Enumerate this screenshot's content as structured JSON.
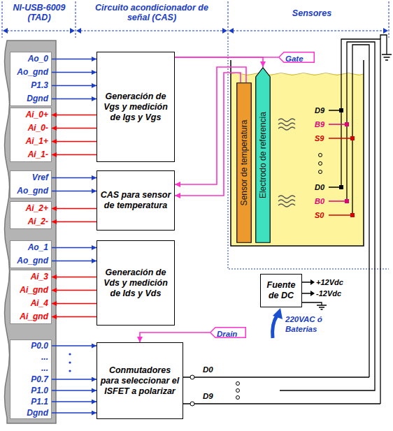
{
  "diagram": {
    "nodes": [
      {
        "text": [
          "Ao_0",
          "Ao_gnd",
          "P1.3",
          "Dgnd"
        ]
      },
      {
        "text": [
          "Generación de Vgs y medición de Igs y Vgs"
        ]
      },
      {
        "text": [
          "Gate"
        ]
      },
      {
        "text": [
          "Sensor de temperatura"
        ]
      },
      {
        "text": [
          "Electrodo de referencia"
        ]
      },
      {
        "text": [
          "Ai_0+",
          "Ai_0-",
          "Ai_1+",
          "Ai_1-"
        ]
      },
      {
        "text": [
          "Vref",
          "Ao_gnd"
        ]
      },
      {
        "text": [
          "CAS para sensor de temperatura"
        ]
      },
      {
        "text": [
          "Ai_2+",
          "Ai_2-"
        ]
      },
      {
        "text": [
          "Ao_1",
          "Ao_gnd"
        ]
      },
      {
        "text": [
          "Generación de Vds y medición de Ids y Vds"
        ]
      },
      {
        "text": [
          "Ai_3",
          "Ai_gnd",
          "Ai_4",
          "Ai_gnd"
        ]
      },
      {
        "text": [
          "Fuente de DC"
        ]
      },
      {
        "text": [
          "Drain"
        ]
      },
      {
        "text": [
          "P0.0",
          "...",
          "...",
          "P0.7",
          "P1.0",
          "P1.1",
          "Dgnd"
        ]
      },
      {
        "text": [
          "Conmutadores para seleccionar el ISFET a polarizar"
        ]
      }
    ],
    "edges": [
      {
        "from": 0,
        "to": 1,
        "arrow": "to"
      },
      {
        "from": 0,
        "to": 1,
        "arrow": "to"
      },
      {
        "from": 0,
        "to": 1,
        "arrow": "to"
      },
      {
        "from": 0,
        "to": 1,
        "arrow": "to"
      },
      {
        "from": 1,
        "to": 5,
        "arrow": "to"
      },
      {
        "from": 1,
        "to": 5,
        "arrow": "to"
      },
      {
        "from": 1,
        "to": 5,
        "arrow": "to"
      },
      {
        "from": 1,
        "to": 5,
        "arrow": "to"
      },
      {
        "from": 1,
        "to": 2,
        "arrow": "none"
      },
      {
        "from": 1,
        "to": 4,
        "arrow": "to"
      },
      {
        "from": 6,
        "to": 7,
        "arrow": "to"
      },
      {
        "from": 6,
        "to": 7,
        "arrow": "to"
      },
      {
        "from": 7,
        "to": 8,
        "arrow": "to"
      },
      {
        "from": 7,
        "to": 8,
        "arrow": "to"
      },
      {
        "from": 3,
        "to": 7,
        "arrow": "to"
      },
      {
        "from": 3,
        "to": 7,
        "arrow": "to"
      },
      {
        "from": 9,
        "to": 10,
        "arrow": "to"
      },
      {
        "from": 9,
        "to": 10,
        "arrow": "to"
      },
      {
        "from": 10,
        "to": 11,
        "arrow": "to"
      },
      {
        "from": 10,
        "to": 11,
        "arrow": "to"
      },
      {
        "from": 10,
        "to": 11,
        "arrow": "to"
      },
      {
        "from": 10,
        "to": 11,
        "arrow": "to"
      },
      {
        "from": 13,
        "to": 15,
        "arrow": "to"
      },
      {
        "from": 14,
        "to": 15,
        "arrow": "to"
      },
      {
        "from": 14,
        "to": 15,
        "arrow": "to"
      },
      {
        "from": 14,
        "to": 15,
        "arrow": "to"
      },
      {
        "from": 14,
        "to": 15,
        "arrow": "to"
      },
      {
        "from": 14,
        "to": 15,
        "arrow": "to"
      }
    ],
    "labels": [
      "NI-USB-6009 (TAD)",
      "Circuito acondicionador de señal (CAS)",
      "Sensores",
      "D9",
      "B9",
      "S9",
      "D0",
      "B0",
      "S0",
      "+12Vdc",
      "-12Vdc",
      "220VAC ó Baterias",
      "D0",
      "D9"
    ]
  }
}
